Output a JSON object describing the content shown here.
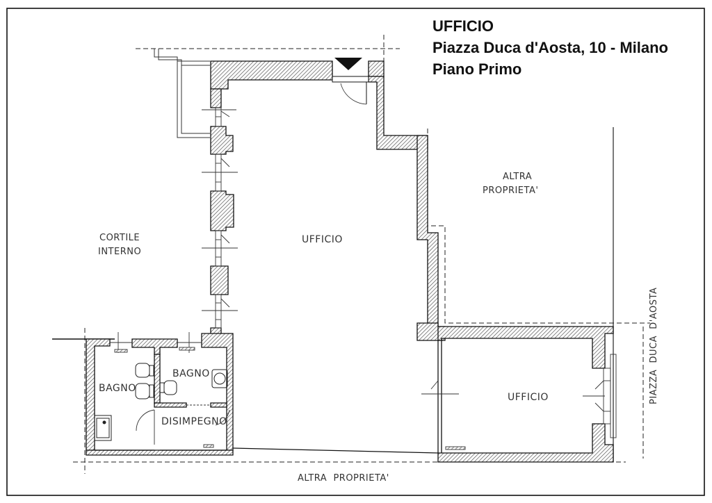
{
  "title": {
    "line1": "UFFICIO",
    "line2": "Piazza Duca d'Aosta, 10 - Milano",
    "line3": "Piano Primo"
  },
  "rooms": {
    "main_office": "UFFICIO",
    "front_office": "UFFICIO",
    "bath_left": "BAGNO",
    "bath_right": "BAGNO",
    "hallway": "DISIMPEGNO"
  },
  "surroundings": {
    "courtyard_line1": "CORTILE",
    "courtyard_line2": "INTERNO",
    "other_property_line1": "ALTRA",
    "other_property_line2": "PROPRIETA'",
    "other_property_bottom": "ALTRA  PROPRIETA'",
    "street": "PIAZZA  DUCA  D'AOSTA"
  }
}
